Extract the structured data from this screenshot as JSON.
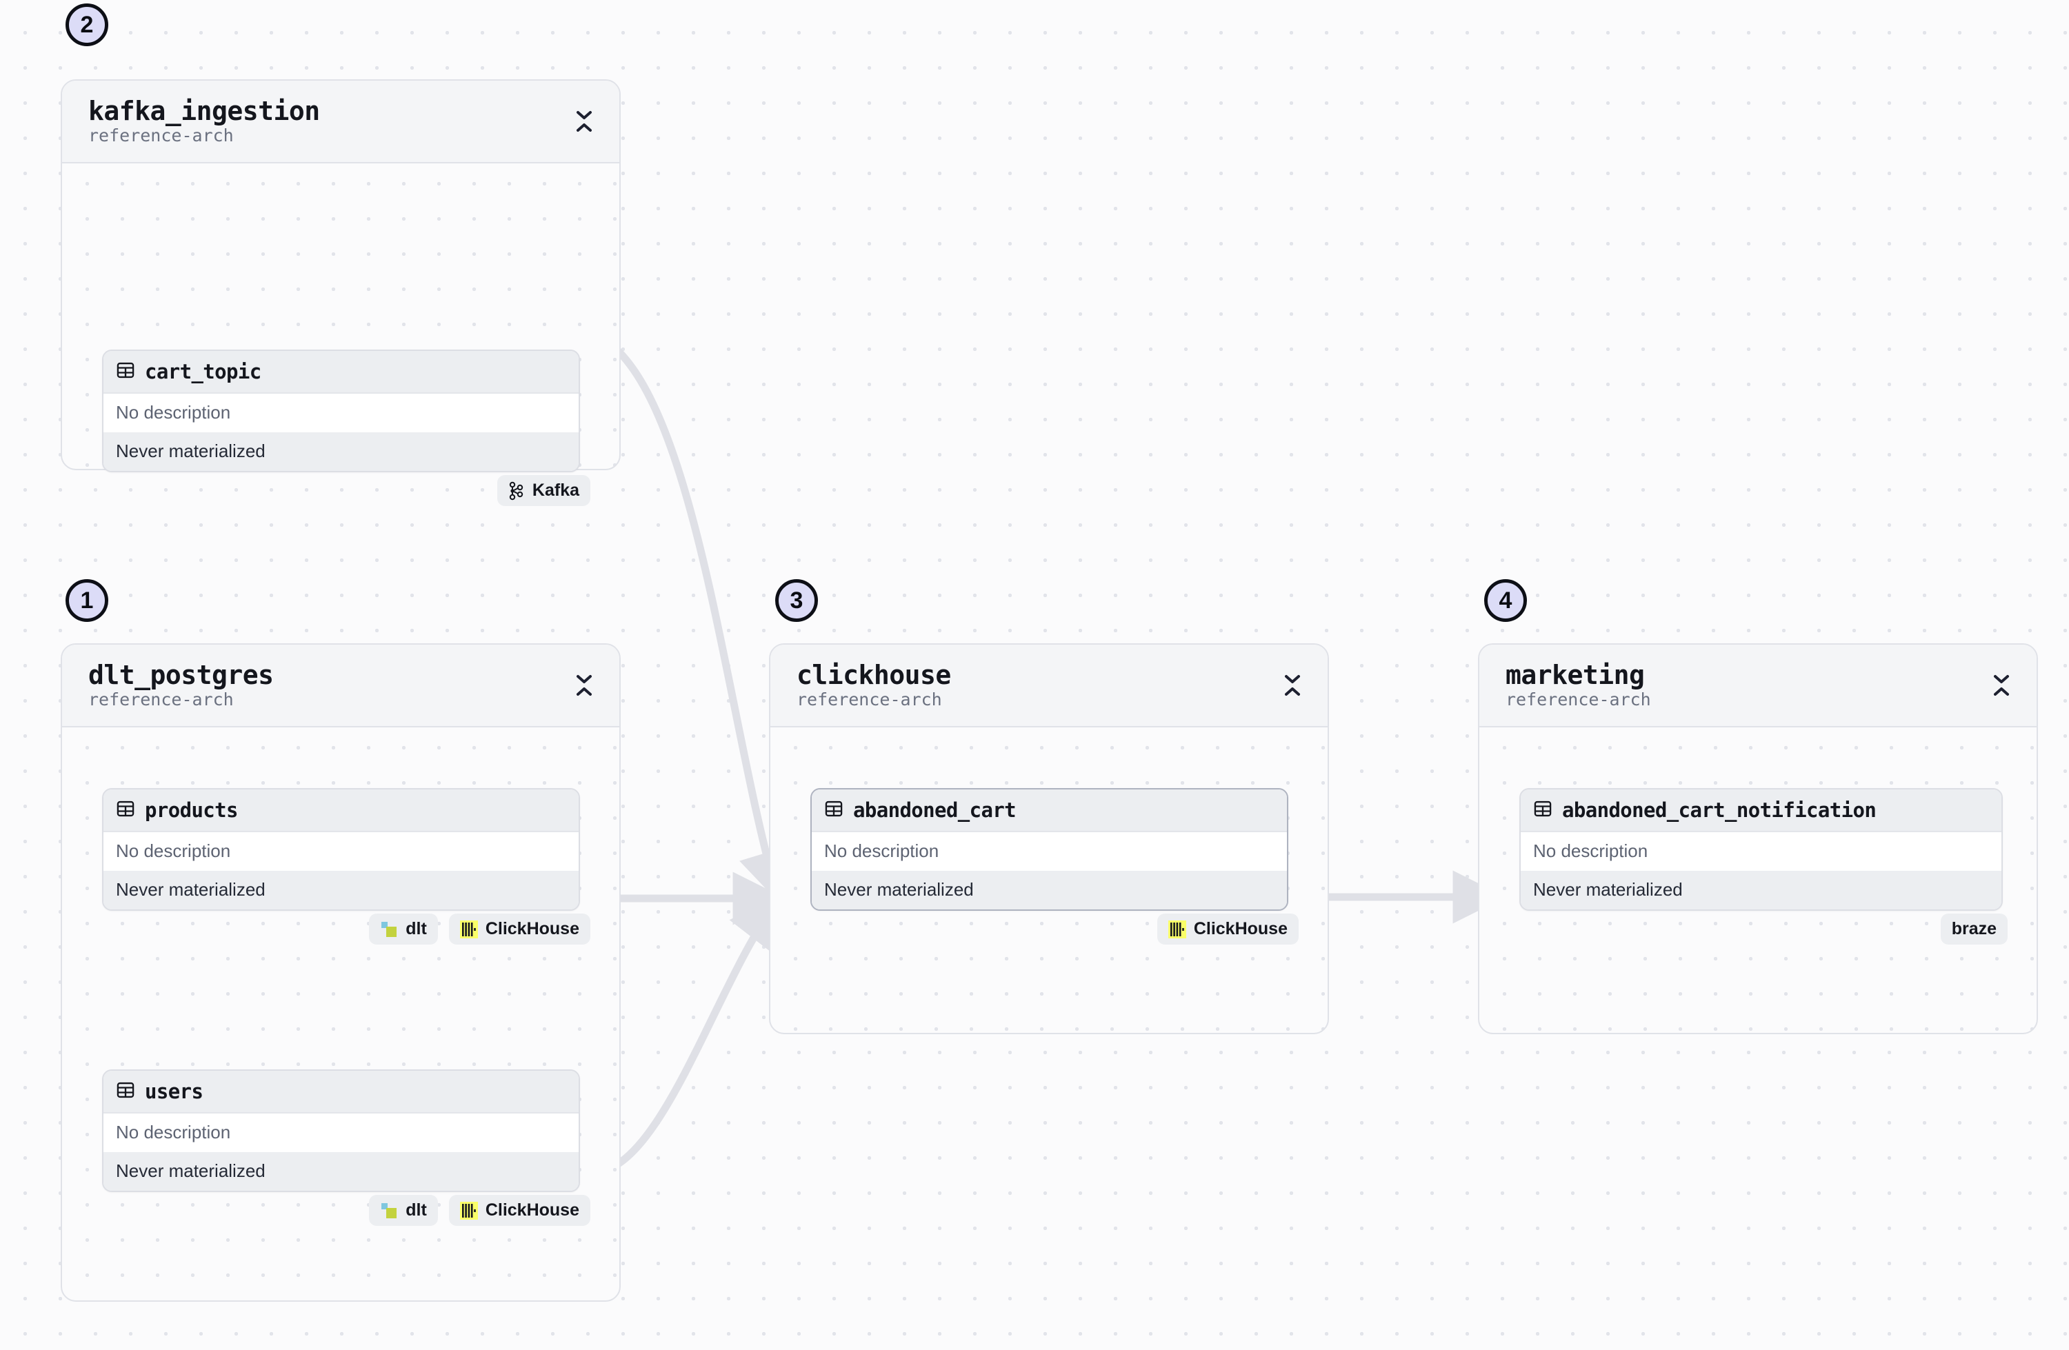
{
  "canvas": {
    "background": "#fbfbfc",
    "grid_dot_color": "#e2e4ea",
    "edge_color": "#e2e3e8"
  },
  "labels": {
    "no_description": "No description",
    "never_materialized": "Never materialized",
    "collapse_icon": "collapse-chevrons-icon",
    "table_icon": "table-grid-icon"
  },
  "groups": [
    {
      "id": "kafka_ingestion",
      "title": "kafka_ingestion",
      "subtitle": "reference-arch",
      "step": "2",
      "tables": [
        {
          "id": "cart_topic",
          "name": "cart_topic",
          "description": "No description",
          "materialization": "Never materialized",
          "selected": false,
          "chips": [
            {
              "label": "Kafka",
              "logo": "kafka"
            }
          ]
        }
      ]
    },
    {
      "id": "dlt_postgres",
      "title": "dlt_postgres",
      "subtitle": "reference-arch",
      "step": "1",
      "tables": [
        {
          "id": "products",
          "name": "products",
          "description": "No description",
          "materialization": "Never materialized",
          "selected": false,
          "chips": [
            {
              "label": "dlt",
              "logo": "dlt"
            },
            {
              "label": "ClickHouse",
              "logo": "clickhouse"
            }
          ]
        },
        {
          "id": "users",
          "name": "users",
          "description": "No description",
          "materialization": "Never materialized",
          "selected": false,
          "chips": [
            {
              "label": "dlt",
              "logo": "dlt"
            },
            {
              "label": "ClickHouse",
              "logo": "clickhouse"
            }
          ]
        }
      ]
    },
    {
      "id": "clickhouse",
      "title": "clickhouse",
      "subtitle": "reference-arch",
      "step": "3",
      "tables": [
        {
          "id": "abandoned_cart",
          "name": "abandoned_cart",
          "description": "No description",
          "materialization": "Never materialized",
          "selected": true,
          "chips": [
            {
              "label": "ClickHouse",
              "logo": "clickhouse"
            }
          ]
        }
      ]
    },
    {
      "id": "marketing",
      "title": "marketing",
      "subtitle": "reference-arch",
      "step": "4",
      "tables": [
        {
          "id": "abandoned_cart_notification",
          "name": "abandoned_cart_notification",
          "description": "No description",
          "materialization": "Never materialized",
          "selected": false,
          "chips": [
            {
              "label": "braze",
              "logo": "none"
            }
          ]
        }
      ]
    }
  ],
  "edges": [
    {
      "from": "products",
      "to": "abandoned_cart",
      "style": "straight"
    },
    {
      "from": "cart_topic",
      "to": "abandoned_cart",
      "style": "curve"
    },
    {
      "from": "users",
      "to": "abandoned_cart",
      "style": "curve"
    },
    {
      "from": "abandoned_cart",
      "to": "abandoned_cart_notification",
      "style": "straight"
    }
  ],
  "colors": {
    "badge_fill": "#dcdcf7",
    "badge_border": "#0d0f16",
    "card_header": "#f4f5f7",
    "card_body": "#fbfbfc",
    "card_border": "#e0e2e8",
    "table_header": "#eceef1",
    "chip_bg": "#eceef1",
    "clickhouse_yellow": "#faff69",
    "dlt_blue": "#7fc7df",
    "dlt_green": "#c3d23e"
  }
}
